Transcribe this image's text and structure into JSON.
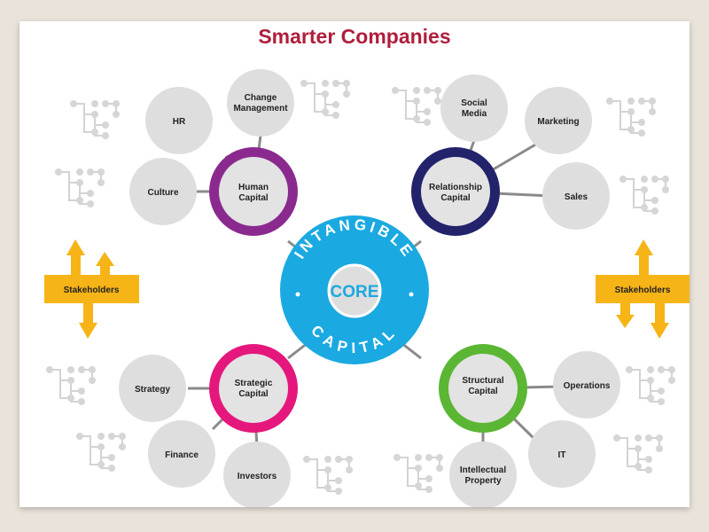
{
  "title": "Smarter Companies",
  "core": {
    "ring_text": "INTANGIBLE",
    "center_text": "CORE",
    "bottom_text": "CAPITAL"
  },
  "hubs": {
    "human": {
      "line1": "Human",
      "line2": "Capital",
      "color": "#8a2a8e"
    },
    "relationship": {
      "line1": "Relationship",
      "line2": "Capital",
      "color": "#23236b"
    },
    "strategic": {
      "line1": "Strategic",
      "line2": "Capital",
      "color": "#e5177c"
    },
    "structural": {
      "line1": "Structural",
      "line2": "Capital",
      "color": "#5bb634"
    }
  },
  "nodes": {
    "hr": "HR",
    "change_1": "Change",
    "change_2": "Management",
    "culture": "Culture",
    "social_1": "Social",
    "social_2": "Media",
    "marketing": "Marketing",
    "sales": "Sales",
    "strategy": "Strategy",
    "finance": "Finance",
    "investors": "Investors",
    "operations": "Operations",
    "it": "IT",
    "ip_1": "Intellectual",
    "ip_2": "Property"
  },
  "stakeholders": {
    "left": "Stakeholders",
    "right": "Stakeholders",
    "color": "#f6b416"
  },
  "colors": {
    "title": "#b01e3c",
    "core": "#1ba9e1",
    "node_fill": "#dedede",
    "connector": "#8a8a8a"
  }
}
